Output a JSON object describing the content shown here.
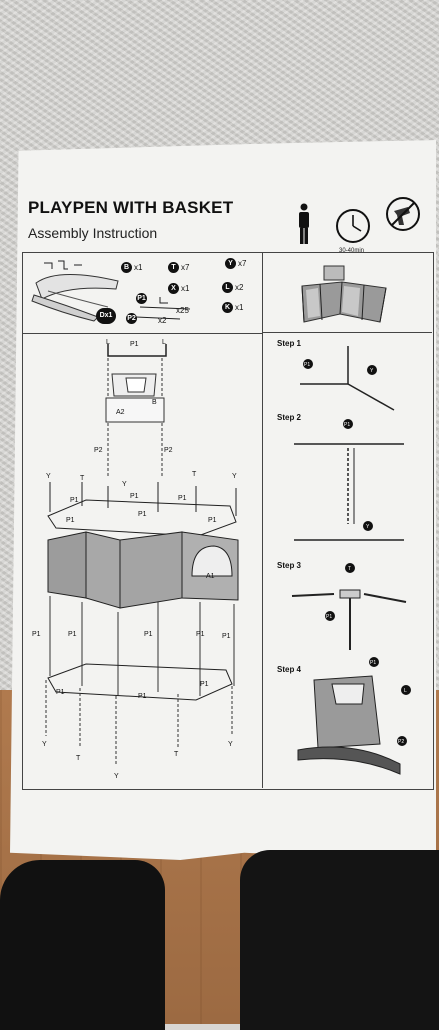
{
  "document": {
    "title": "PLAYPEN WITH BASKET",
    "subtitle": "Assembly Instruction",
    "time": "30-40min"
  },
  "parts": [
    {
      "code": "B",
      "qty": "x1"
    },
    {
      "code": "T",
      "qty": "x7"
    },
    {
      "code": "Y",
      "qty": "x7"
    },
    {
      "code": "X",
      "qty": "x1"
    },
    {
      "code": "L",
      "qty": "x2"
    },
    {
      "code": "Dx1",
      "qty": ""
    },
    {
      "code": "P2",
      "qty": "x2"
    },
    {
      "code": "P1",
      "qty": "x25"
    },
    {
      "code": "K",
      "qty": "x1"
    }
  ],
  "main_labels": {
    "top_p1": "P1",
    "top_l_left": "L",
    "top_l_right": "L",
    "b": "B",
    "a2": "A2",
    "a1": "A1",
    "p2_left": "P2",
    "p2_right": "P2",
    "t": "T",
    "y": "Y",
    "p1": "P1"
  },
  "steps": [
    {
      "label": "Step 1"
    },
    {
      "label": "Step 2"
    },
    {
      "label": "Step 3"
    },
    {
      "label": "Step 4"
    }
  ],
  "step_markers": {
    "p1": "P1",
    "y": "Y",
    "t": "T",
    "l": "L",
    "p2": "P2"
  }
}
